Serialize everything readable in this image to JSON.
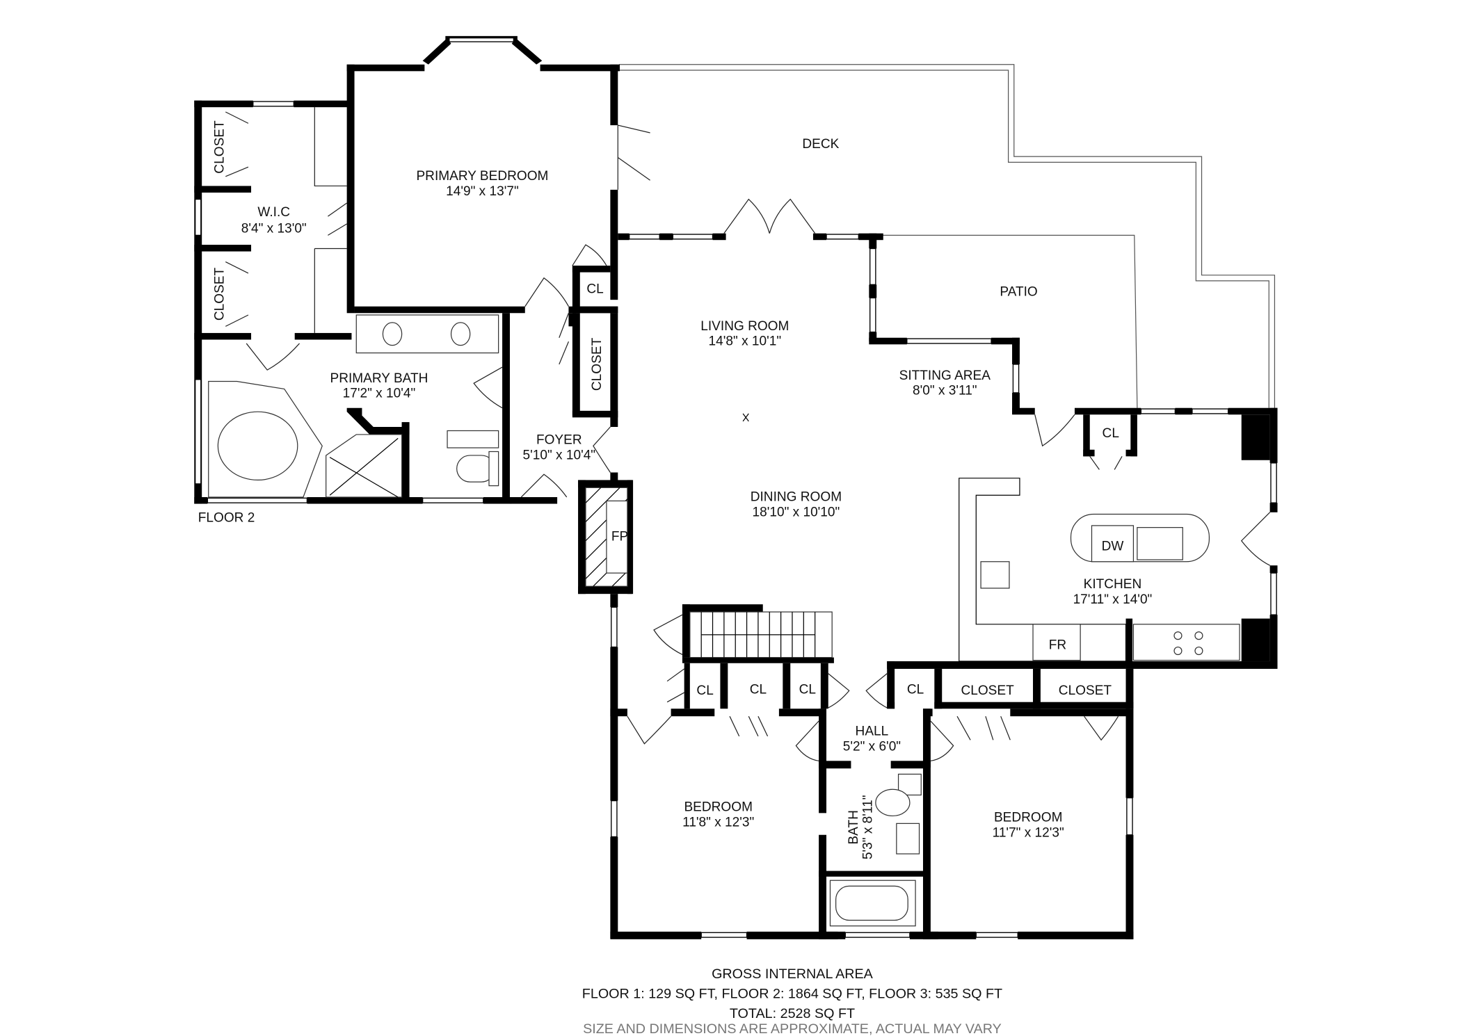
{
  "floor_label": "FLOOR 2",
  "rooms": {
    "primary_bedroom": {
      "name": "PRIMARY BEDROOM",
      "dims": "14'9\" x 13'7\""
    },
    "wic": {
      "name": "W.I.C",
      "dims": "8'4\" x 13'0\""
    },
    "closet_wic_top": {
      "name": "CLOSET"
    },
    "closet_wic_bottom": {
      "name": "CLOSET"
    },
    "primary_bath": {
      "name": "PRIMARY BATH",
      "dims": "17'2\" x 10'4\""
    },
    "foyer": {
      "name": "FOYER",
      "dims": "5'10\" x 10'4\""
    },
    "cl_foyer_top": {
      "name": "CL"
    },
    "closet_foyer": {
      "name": "CLOSET"
    },
    "deck": {
      "name": "DECK"
    },
    "patio": {
      "name": "PATIO"
    },
    "living_room": {
      "name": "LIVING ROOM",
      "dims": "14'8\" x 10'1\""
    },
    "sitting_area": {
      "name": "SITTING AREA",
      "dims": "8'0\" x 3'11\""
    },
    "dining_room": {
      "name": "DINING ROOM",
      "dims": "18'10\" x 10'10\""
    },
    "fireplace": {
      "name": "FP"
    },
    "kitchen": {
      "name": "KITCHEN",
      "dims": "17'11\" x 14'0\""
    },
    "dishwasher": {
      "name": "DW"
    },
    "fridge": {
      "name": "FR"
    },
    "cl_kitchen": {
      "name": "CL"
    },
    "hall": {
      "name": "HALL",
      "dims": "5'2\" x 6'0\""
    },
    "cl_hall_1": {
      "name": "CL"
    },
    "cl_hall_2": {
      "name": "CL"
    },
    "cl_hall_3": {
      "name": "CL"
    },
    "cl_hall_4": {
      "name": "CL"
    },
    "closet_hall_1": {
      "name": "CLOSET"
    },
    "closet_hall_2": {
      "name": "CLOSET"
    },
    "bedroom_left": {
      "name": "BEDROOM",
      "dims": "11'8\" x 12'3\""
    },
    "bath": {
      "name": "BATH",
      "dims": "5'3\" x 8'11\""
    },
    "bedroom_right": {
      "name": "BEDROOM",
      "dims": "11'7\" x 12'3\""
    }
  },
  "footer": {
    "title": "GROSS INTERNAL AREA",
    "floors": "FLOOR 1: 129 SQ FT, FLOOR 2: 1864 SQ FT, FLOOR 3: 535 SQ FT",
    "total": "TOTAL: 2528 SQ FT",
    "note": "SIZE AND DIMENSIONS ARE APPROXIMATE, ACTUAL MAY VARY"
  }
}
